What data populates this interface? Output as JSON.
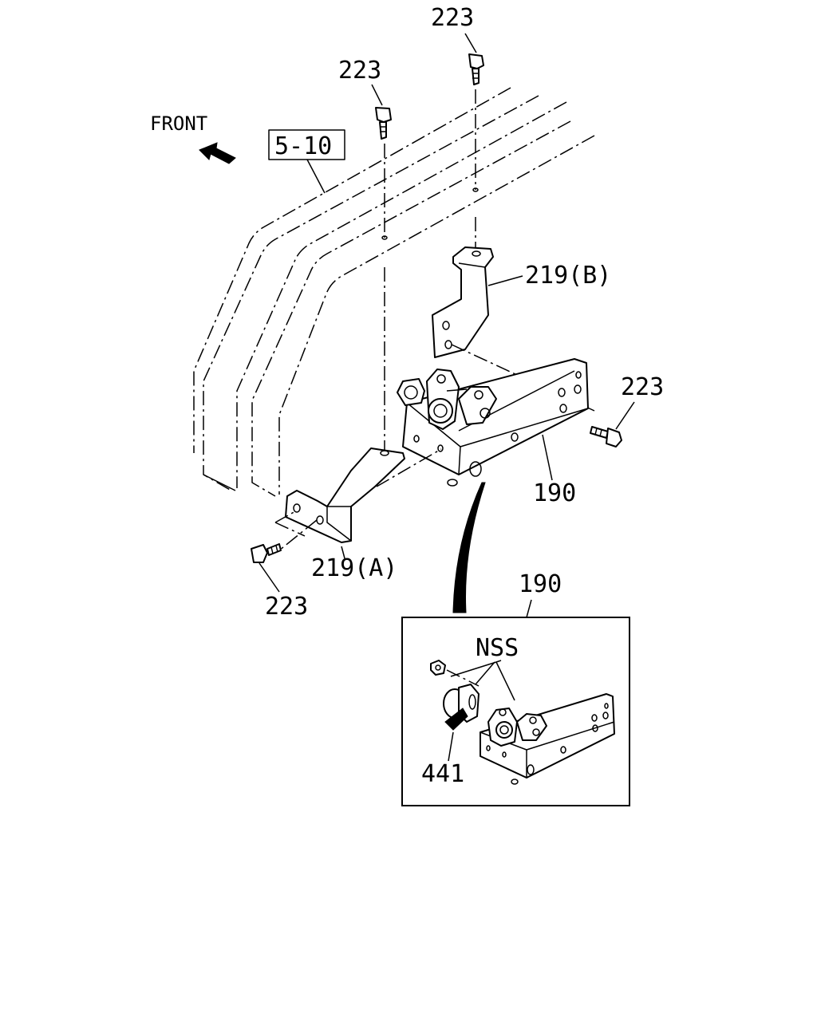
{
  "labels": {
    "front": "FRONT",
    "ref_box": "5-10",
    "bolt_top_right": "223",
    "bolt_top_left": "223",
    "bolt_right": "223",
    "bolt_bottom_left": "223",
    "bracket_b": "219(B)",
    "bracket_a": "219(A)",
    "assembly": "190",
    "detail_assembly": "190",
    "nss": "NSS",
    "detail_part": "441"
  }
}
